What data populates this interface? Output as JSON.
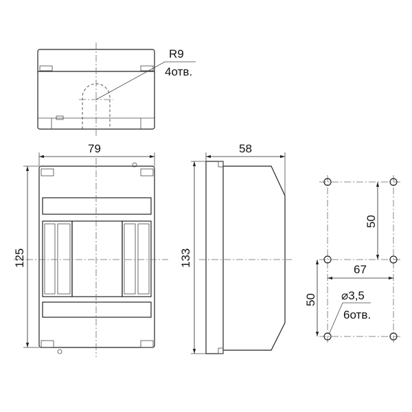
{
  "top_view": {
    "radius_label": "R9",
    "holes_label": "4отв."
  },
  "front_view": {
    "width_label": "79",
    "height_label": "125"
  },
  "side_view": {
    "depth_label": "58",
    "height_label": "133"
  },
  "mounting": {
    "vertical_top_label": "50",
    "vertical_bottom_label": "50",
    "horizontal_label": "67",
    "diameter_label": "⌀3,5",
    "holes_label": "6отв."
  }
}
